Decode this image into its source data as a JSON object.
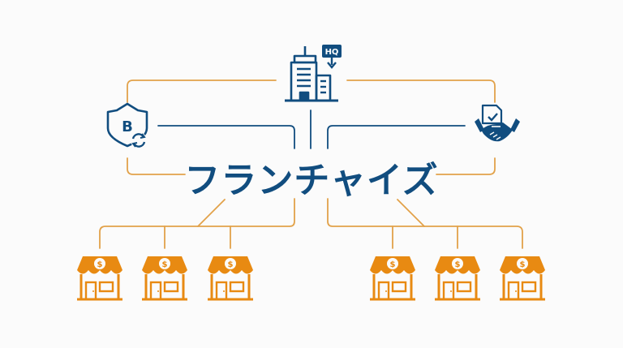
{
  "diagram": {
    "title": "フランチャイズ",
    "colors": {
      "primary": "#114d7f",
      "accent": "#e88a12",
      "connector_orange": "#e2a24a",
      "background": "#fbfbfb"
    },
    "nodes": {
      "headquarters": {
        "icon": "office-building-icon",
        "badge": "HQ"
      },
      "brand": {
        "icon": "shield-brand-icon",
        "letter": "B"
      },
      "contract": {
        "icon": "contract-handshake-icon"
      },
      "stores_left": [
        "store-1",
        "store-2",
        "store-3"
      ],
      "stores_right": [
        "store-4",
        "store-5",
        "store-6"
      ],
      "store_symbol": "$"
    }
  }
}
